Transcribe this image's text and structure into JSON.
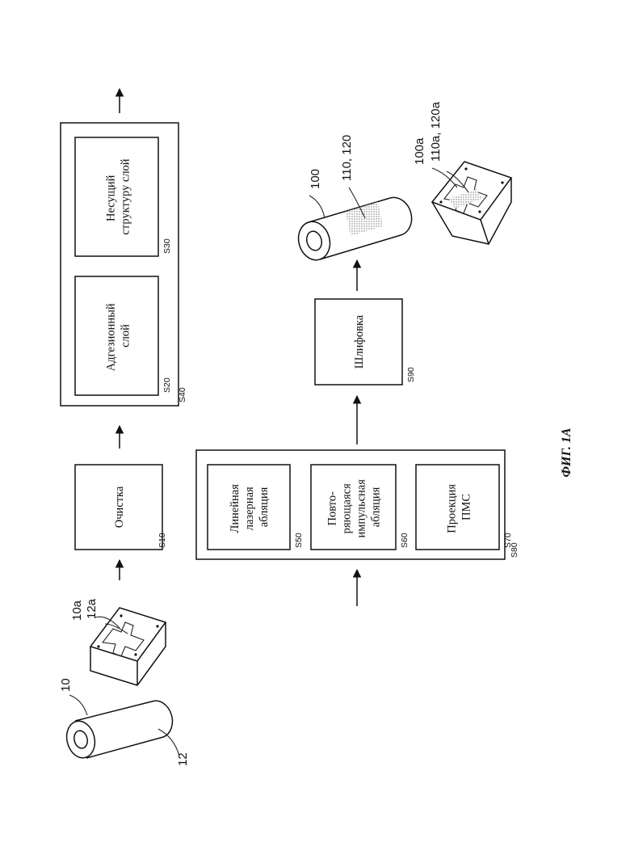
{
  "figure_label": "ФИГ. 1А",
  "steps": {
    "s10": {
      "step": "S10",
      "lines": [
        "Очистка"
      ]
    },
    "s20": {
      "step": "S20",
      "lines": [
        "Адгезионный",
        "слой"
      ]
    },
    "s30": {
      "step": "S30",
      "lines": [
        "Несущий",
        "структуру слой"
      ]
    },
    "s40": {
      "step": "S40"
    },
    "s50": {
      "step": "S50",
      "lines": [
        "Линейная",
        "лазерная",
        "абляция"
      ]
    },
    "s60": {
      "step": "S60",
      "lines": [
        "Повто-",
        "ряющаяся",
        "импульсная",
        "абляция"
      ]
    },
    "s70": {
      "step": "S70",
      "lines": [
        "Проекция",
        "ПМС"
      ]
    },
    "s80": {
      "step": "S80"
    },
    "s90": {
      "step": "S90",
      "lines": [
        "Шлифовка"
      ]
    }
  },
  "refs": {
    "r10": "10",
    "r12": "12",
    "r10a": "10a",
    "r12a": "12a",
    "r100": "100",
    "r110_120": "110, 120",
    "r100a": "100a",
    "r110a_120a": "110a, 120a"
  }
}
